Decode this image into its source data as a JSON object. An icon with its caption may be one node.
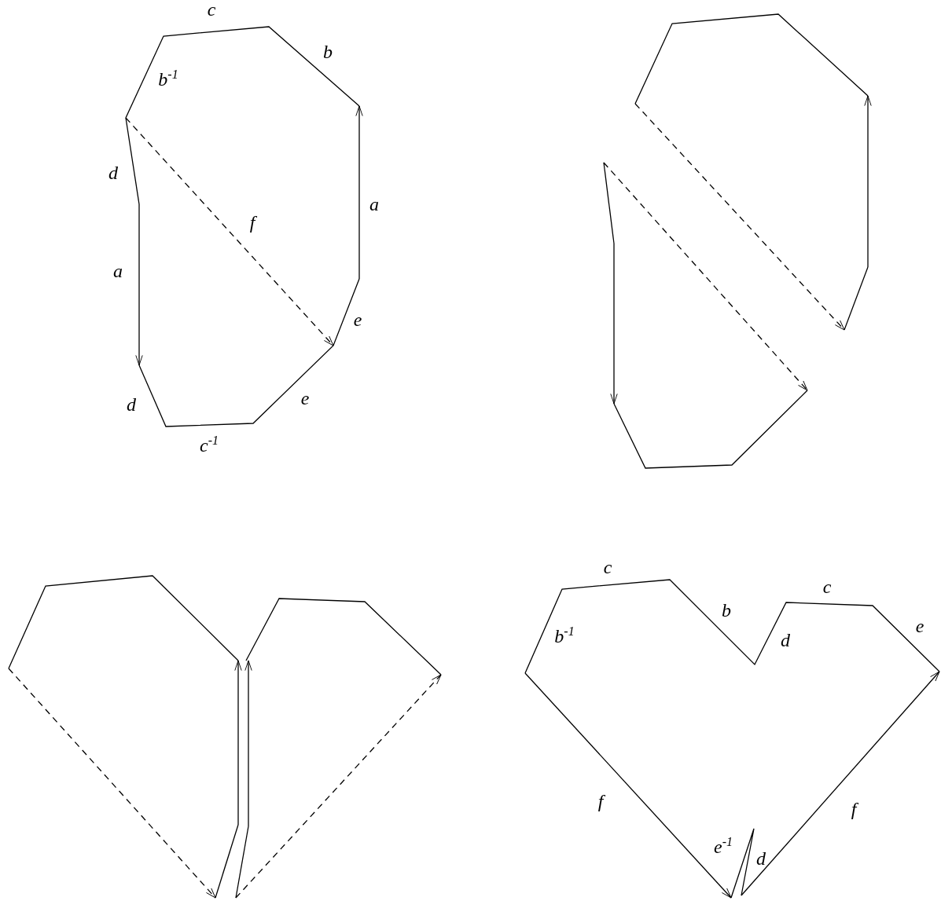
{
  "diagram": {
    "labels": [
      "c",
      "b",
      "b$^{-1}$",
      "d",
      "a",
      "f",
      "a",
      "e",
      "e",
      "d",
      "c$^{-1}$",
      "c",
      "c",
      "b",
      "e",
      "b$^{-1}$",
      "d",
      "f",
      "f",
      "e$^{-1}$",
      "d"
    ]
  }
}
